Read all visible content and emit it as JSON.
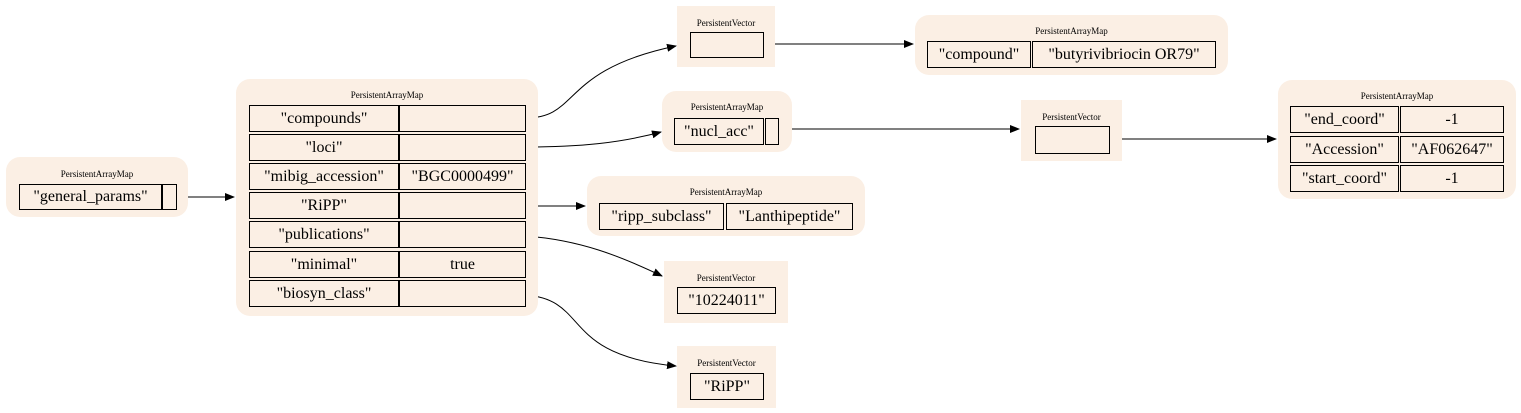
{
  "node_title_map": "PersistentArrayMap",
  "node_title_vector": "PersistentVector",
  "root": {
    "key": "\"general_params\""
  },
  "general_params": {
    "rows": [
      {
        "key": "\"compounds\"",
        "value": ""
      },
      {
        "key": "\"loci\"",
        "value": ""
      },
      {
        "key": "\"mibig_accession\"",
        "value": "\"BGC0000499\""
      },
      {
        "key": "\"RiPP\"",
        "value": ""
      },
      {
        "key": "\"publications\"",
        "value": ""
      },
      {
        "key": "\"minimal\"",
        "value": "true"
      },
      {
        "key": "\"biosyn_class\"",
        "value": ""
      }
    ]
  },
  "compounds_map": {
    "key": "\"compound\"",
    "value": "\"butyrivibriocin OR79\""
  },
  "loci_map": {
    "key": "\"nucl_acc\""
  },
  "nucl_acc_map": {
    "rows": [
      {
        "key": "\"end_coord\"",
        "value": "-1"
      },
      {
        "key": "\"Accession\"",
        "value": "\"AF062647\""
      },
      {
        "key": "\"start_coord\"",
        "value": "-1"
      }
    ]
  },
  "ripp_map": {
    "key": "\"ripp_subclass\"",
    "value": "\"Lanthipeptide\""
  },
  "publications_vector": {
    "item": "\"10224011\""
  },
  "biosyn_class_vector": {
    "item": "\"RiPP\""
  }
}
